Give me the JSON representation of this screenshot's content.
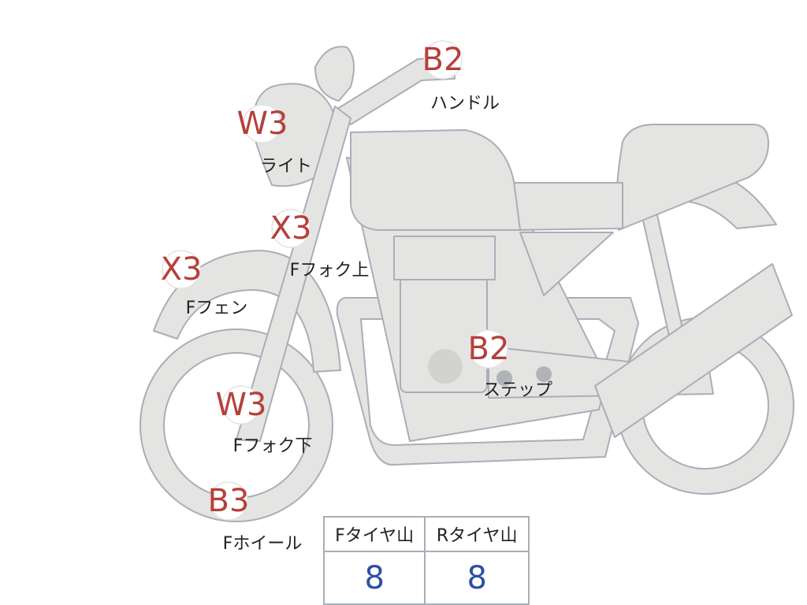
{
  "inspection_points": [
    {
      "id": "handle",
      "grade": "B2",
      "part": "ハンドル"
    },
    {
      "id": "light",
      "grade": "W3",
      "part": "ライト"
    },
    {
      "id": "ffork-upper",
      "grade": "X3",
      "part": "Fフォク上"
    },
    {
      "id": "ffender",
      "grade": "X3",
      "part": "Fフェン"
    },
    {
      "id": "step",
      "grade": "B2",
      "part": "ステップ"
    },
    {
      "id": "ffork-lower",
      "grade": "W3",
      "part": "Fフォク下"
    },
    {
      "id": "fwheel",
      "grade": "B3",
      "part": "Fホイール"
    }
  ],
  "tire_table": {
    "front_label": "Fタイヤ山",
    "rear_label": "Rタイヤ山",
    "front_value": "8",
    "rear_value": "8"
  },
  "colors": {
    "bike_fill": "#e4e4e2",
    "bike_stroke": "#a9aeb8",
    "grade_text": "#b5403a",
    "value_text": "#2d4fa3"
  }
}
